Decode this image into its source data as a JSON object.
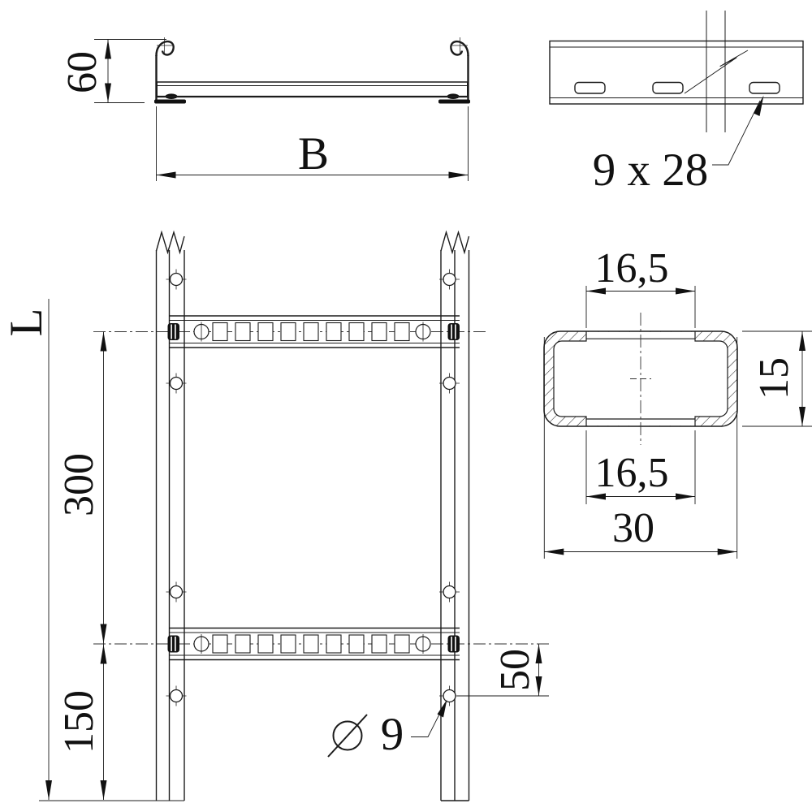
{
  "page": {
    "background": "#ffffff",
    "line_color": "#1c1c1c",
    "drawing_type": "cable-ladder technical drawing"
  },
  "views": {
    "cross_section": {
      "title": "ladder cross-section",
      "height": "60",
      "width": "B"
    },
    "rail_side": {
      "title": "side rail slot detail",
      "slot_size": "9 x 28"
    },
    "front": {
      "title": "ladder front view",
      "length": "L",
      "rung_pitch": "300",
      "end_spacing": "150",
      "hole_spacing": "50",
      "hole_diameter_symbol": "Ø",
      "hole_diameter": "9"
    },
    "rung_section": {
      "title": "rung cross-section",
      "slot_top": "16,5",
      "height": "15",
      "slot_bottom": "16,5",
      "width": "30"
    }
  }
}
